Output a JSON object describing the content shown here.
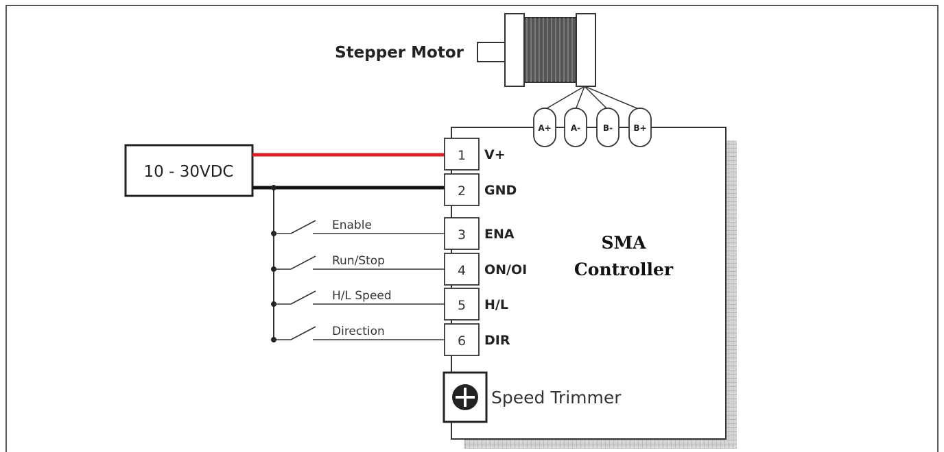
{
  "motor": {
    "label": "Stepper Motor"
  },
  "motor_terminals": [
    "A+",
    "A-",
    "B-",
    "B+"
  ],
  "power_supply": {
    "label": "10 - 30VDC"
  },
  "controller": {
    "title_line1": "SMA",
    "title_line2": "Controller"
  },
  "terminals": [
    {
      "number": "1",
      "label": "V+"
    },
    {
      "number": "2",
      "label": "GND"
    },
    {
      "number": "3",
      "label": "ENA"
    },
    {
      "number": "4",
      "label": "ON/OI"
    },
    {
      "number": "5",
      "label": "H/L"
    },
    {
      "number": "6",
      "label": "DIR"
    }
  ],
  "switches": [
    {
      "label": "Enable"
    },
    {
      "label": "Run/Stop"
    },
    {
      "label": "H/L Speed"
    },
    {
      "label": "Direction"
    }
  ],
  "trimmer": {
    "label": "Speed Trimmer"
  },
  "colors": {
    "power_wire": "#d9202a",
    "ground_wire": "#111111",
    "outline": "#3a3a3a",
    "shadow_grid": "#b8b8b8"
  }
}
